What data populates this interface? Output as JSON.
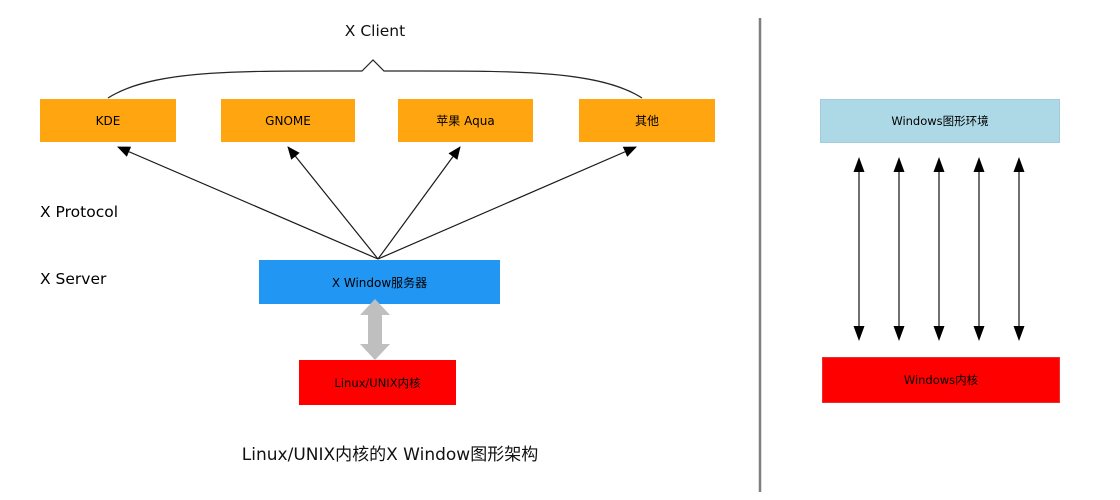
{
  "left_diagram": {
    "title": "X Client",
    "client_boxes": [
      {
        "label": "KDE"
      },
      {
        "label": "GNOME"
      },
      {
        "label": "苹果 Aqua"
      },
      {
        "label": "其他"
      }
    ],
    "protocol_label": "X Protocol",
    "server_label": "X Server",
    "server_box_label": "X Window服务器",
    "kernel_box_label": "Linux/UNIX内核",
    "caption": "Linux/UNIX内核的X Window图形架构"
  },
  "right_diagram": {
    "top_box_label": "Windows图形环境",
    "kernel_box_label": "Windows内核"
  },
  "colors": {
    "client_box": "#FFA510",
    "server_box": "#2196F3",
    "kernel_box": "#FF0000",
    "windows_env_box": "#ADD8E6",
    "windows_kernel_box": "#FF0000",
    "thick_arrow": "#BFBFBF",
    "divider": "#7F7F7F"
  }
}
